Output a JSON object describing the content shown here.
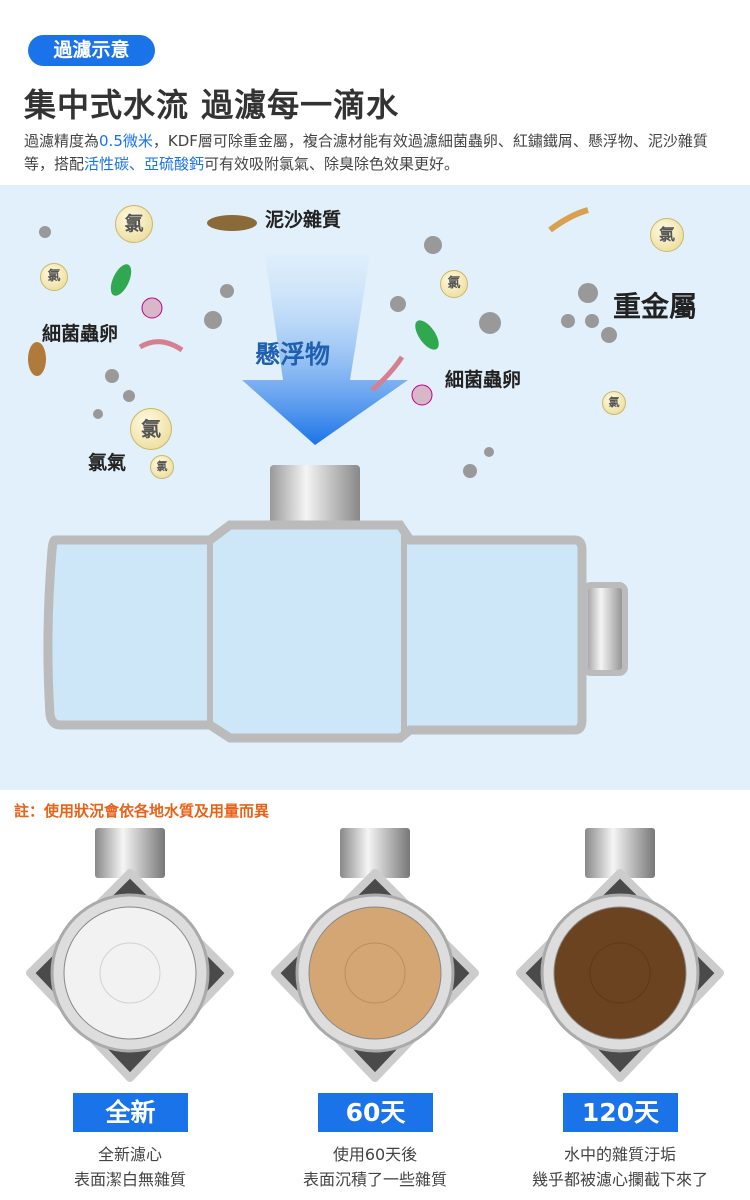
{
  "badge": "過濾示意",
  "title": "集中式水流 過濾每一滴水",
  "desc": {
    "p1": "過濾精度為",
    "h1": "0.5微米",
    "p2": "，KDF層可除重金屬，複合濾材能有效過濾細菌蟲卵、紅鏽鐵屑、懸浮物、泥沙雜質等，搭配",
    "h2": "活性碳、亞硫酸鈣",
    "p3": "可有效吸附氯氣、除臭除色效果更好。"
  },
  "diagram": {
    "labels": {
      "sediment": "泥沙雜質",
      "bacteria_left": "細菌蟲卵",
      "suspended": "懸浮物",
      "bacteria_right": "細菌蟲卵",
      "heavy_metal": "重金屬",
      "chlorine": "氯氣"
    },
    "chlorine_symbol": "氯"
  },
  "note": "註：使用狀況會依各地水質及用量而異",
  "stages": [
    {
      "tag": "全新",
      "line1": "全新濾心",
      "line2": "表面潔白無雜質",
      "color": "#f2f2f2"
    },
    {
      "tag": "60天",
      "line1": "使用60天後",
      "line2": "表面沉積了一些雜質",
      "color": "#d4a673"
    },
    {
      "tag": "120天",
      "line1": "水中的雜質汙垢",
      "line2": "幾乎都被濾心攔截下來了",
      "color": "#6b4320"
    }
  ],
  "colors": {
    "accent": "#1a73e8",
    "note": "#e8621a",
    "diagram_bg": "#e2f0fb"
  }
}
